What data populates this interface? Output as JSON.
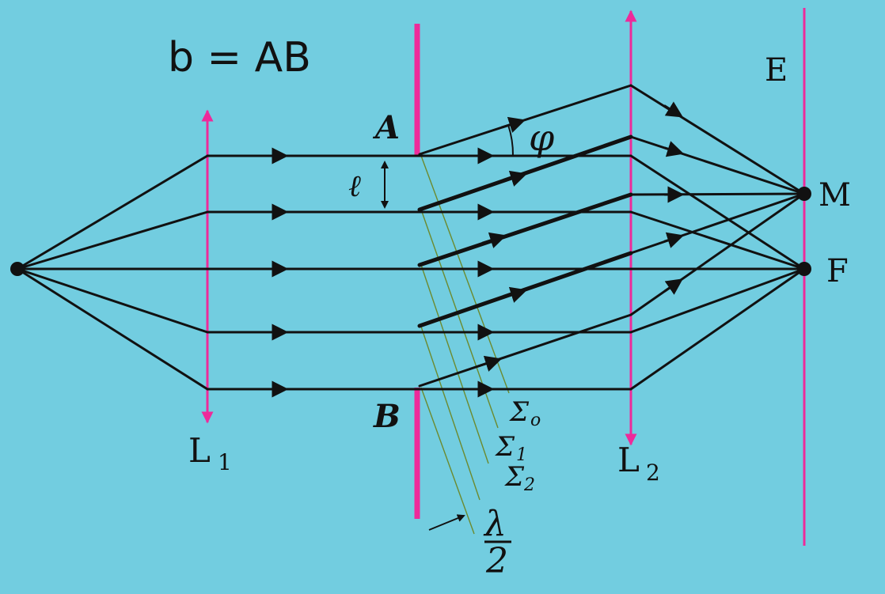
{
  "formula": "b = AB",
  "labels": {
    "A": "A",
    "B": "B",
    "l": "ℓ",
    "phi": "φ",
    "E": "E",
    "M": "M",
    "F": "F",
    "L1_main": "L",
    "L1_sub": "1",
    "L2_main": "L",
    "L2_sub": "2",
    "sigma_symbol": "Σ",
    "sigma0_sub": "o",
    "sigma1_sub": "1",
    "sigma2_sub": "2",
    "lambda_num": "λ",
    "lambda_den": "2"
  },
  "colors": {
    "background": "#72cde0",
    "lens_and_screen": "#ee2a9a",
    "rays": "#111111",
    "wavefronts": "#6c8a2e"
  }
}
